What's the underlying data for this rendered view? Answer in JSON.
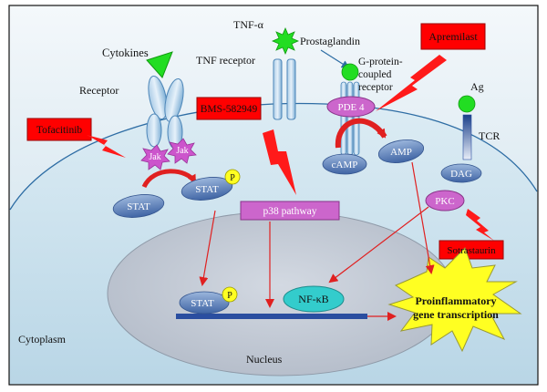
{
  "labels": {
    "cytokines": "Cytokines",
    "receptor": "Receptor",
    "tnf_alpha": "TNF-α",
    "tnf_receptor": "TNF receptor",
    "prostaglandin": "Prostaglandin",
    "gpcr_line1": "G-protein-",
    "gpcr_line2": "coupled",
    "gpcr_line3": "receptor",
    "ag": "Ag",
    "tcr": "TCR",
    "cytoplasm": "Cytoplasm",
    "nucleus": "Nucleus"
  },
  "drugs": {
    "tofacitinib": "Tofacitinib",
    "bms": "BMS-582949",
    "apremilast": "Apremilast",
    "sotrastaurin": "Sotrastaurin"
  },
  "molecules": {
    "jak1": "Jak",
    "jak2": "Jak",
    "stat1": "STAT",
    "stat2": "STAT",
    "stat_nuclear": "STAT",
    "phospho1": "P",
    "phospho2": "P",
    "pde4": "PDE 4",
    "camp": "cAMP",
    "amp": "AMP",
    "dag": "DAG",
    "pkc": "PKC",
    "nfkb": "NF-κB",
    "p38": "p38 pathway"
  },
  "outcome": {
    "line1": "Proinflammatory",
    "line2": "gene transcription"
  },
  "colors": {
    "cell_fill": "#d6e8f0",
    "cell_edge": "#2e6da4",
    "nucleus_fill": "#c5ccd6",
    "drug_red": "#ff0000",
    "bolt_red": "#ff1a1a",
    "receptor_blue": "#7fb2d9",
    "purple": "#cc66cc",
    "green": "#22dd22",
    "star_yellow": "#ffff22",
    "oval_blue": "#5b7fb8",
    "arrow_red": "#e02020"
  }
}
